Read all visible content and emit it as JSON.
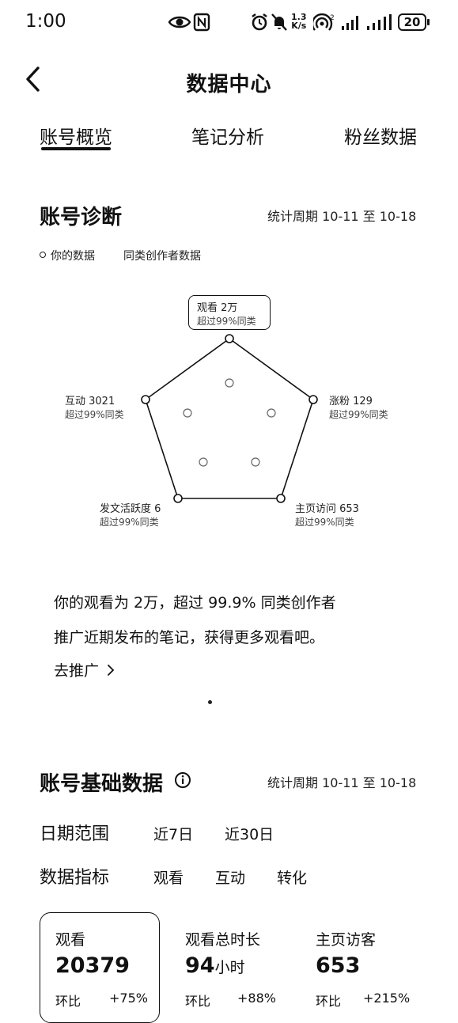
{
  "status_bar": {
    "time": "1:00",
    "net_speed_value": "1.3",
    "net_speed_unit": "K/s",
    "battery": "20",
    "icons": [
      "eye-icon",
      "nfc-icon",
      "alarm-icon",
      "mute-icon",
      "hotspot-icon",
      "signal-icon",
      "signal-icon",
      "battery-icon"
    ]
  },
  "nav": {
    "title": "数据中心",
    "back_icon": "chevron-left-icon"
  },
  "tabs": [
    {
      "label": "账号概览",
      "active": true
    },
    {
      "label": "笔记分析",
      "active": false
    },
    {
      "label": "粉丝数据",
      "active": false
    }
  ],
  "diagnosis": {
    "title": "账号诊断",
    "period": "统计周期 10-11 至 10-18",
    "legend": {
      "mine": "你的数据",
      "peers": "同类创作者数据"
    },
    "radar": [
      {
        "name": "观看 2万",
        "sub": "超过99%同类"
      },
      {
        "name": "涨粉 129",
        "sub": "超过99%同类"
      },
      {
        "name": "主页访问 653",
        "sub": "超过99%同类"
      },
      {
        "name": "发文活跃度 6",
        "sub": "超过99%同类"
      },
      {
        "name": "互动 3021",
        "sub": "超过99%同类"
      }
    ],
    "summary_line1": "你的观看为 2万，超过 99.9% 同类创作者",
    "summary_line2": "推广近期发布的笔记，获得更多观看吧。",
    "promote_link": "去推广"
  },
  "basic": {
    "title": "账号基础数据",
    "info_icon": "info-icon",
    "period": "统计周期 10-11 至 10-18",
    "date_range_label": "日期范围",
    "date_options": [
      "近7日",
      "近30日"
    ],
    "metric_label": "数据指标",
    "metric_options": [
      "观看",
      "互动",
      "转化"
    ],
    "cards": [
      {
        "label": "观看",
        "value": "20379",
        "unit": "",
        "cmp_label": "环比",
        "cmp_value": "+75%"
      },
      {
        "label": "观看总时长",
        "value": "94",
        "unit": "小时",
        "cmp_label": "环比",
        "cmp_value": "+88%"
      },
      {
        "label": "主页访客",
        "value": "653",
        "unit": "",
        "cmp_label": "环比",
        "cmp_value": "+215%"
      }
    ]
  }
}
